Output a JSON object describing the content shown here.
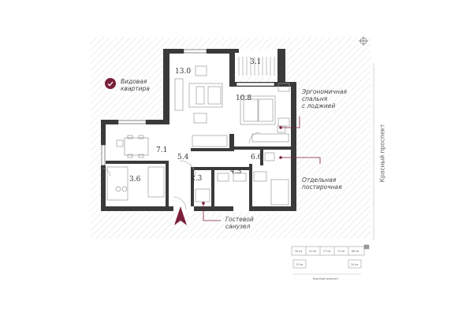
{
  "rooms": {
    "living": "13.0",
    "loggia": "3.1",
    "bedroom": "10.8",
    "kitchen": "7.1",
    "hall": "5.4",
    "wardrobe": "3.6",
    "laundry": "6.6",
    "bathroom": "4.3",
    "guest_wc": "2.3"
  },
  "notes": {
    "view_flat": [
      "Видовая",
      "квартира"
    ],
    "bedroom_note": [
      "Эргономичная",
      "спальня",
      "с лоджией"
    ],
    "laundry_note": [
      "Отдельная",
      "постирочная"
    ],
    "guest_note": [
      "Гостевой",
      "санузел"
    ]
  },
  "street": "Красный проспект",
  "minimap": {
    "cells": [
      "50 кв",
      "51 кв",
      "27 кв",
      "31 кв",
      "68 кв",
      "23 кв",
      "20 кв"
    ],
    "street": "Красный проспект"
  },
  "colors": {
    "wall": "#3a3a3a",
    "accent": "#7a2038",
    "hatch": "#e6e6e6"
  },
  "icons": {
    "badge": "check-icon",
    "compass": "compass-icon",
    "entrance": "entrance-arrow-icon"
  }
}
